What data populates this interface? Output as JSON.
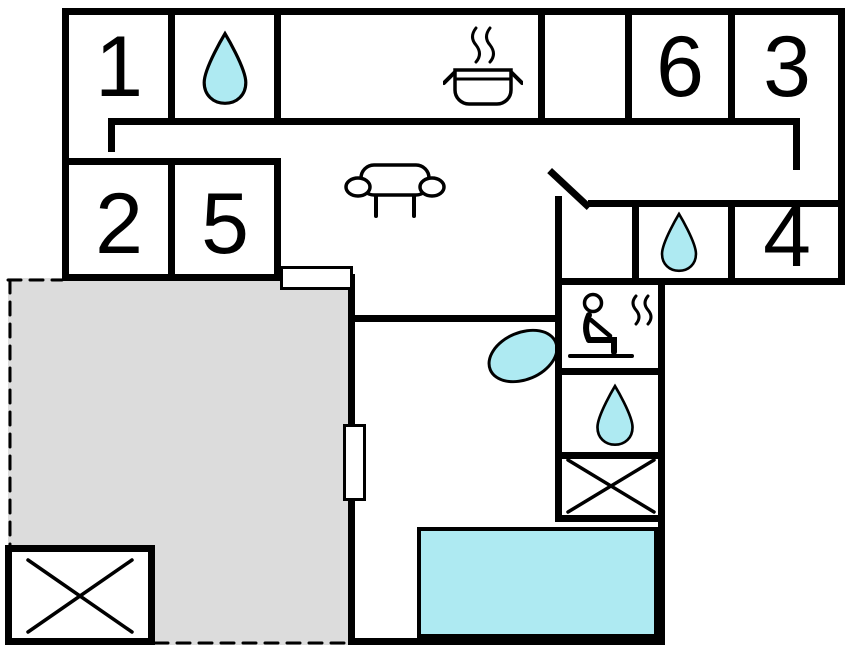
{
  "floorplan": {
    "room_labels": {
      "room1": "1",
      "room2": "2",
      "room3": "3",
      "room4": "4",
      "room5": "5",
      "room6": "6"
    },
    "colors": {
      "wall": "#000000",
      "water": "#aeeaf2",
      "terrace": "#dcdcdc",
      "floor": "#ffffff"
    },
    "icons": [
      "water-drop-icon",
      "cooking-pot-icon",
      "sofa-icon",
      "sauna-icon",
      "cross-mark-icon",
      "bathtub",
      "swimming-pool",
      "door",
      "terrace"
    ]
  }
}
